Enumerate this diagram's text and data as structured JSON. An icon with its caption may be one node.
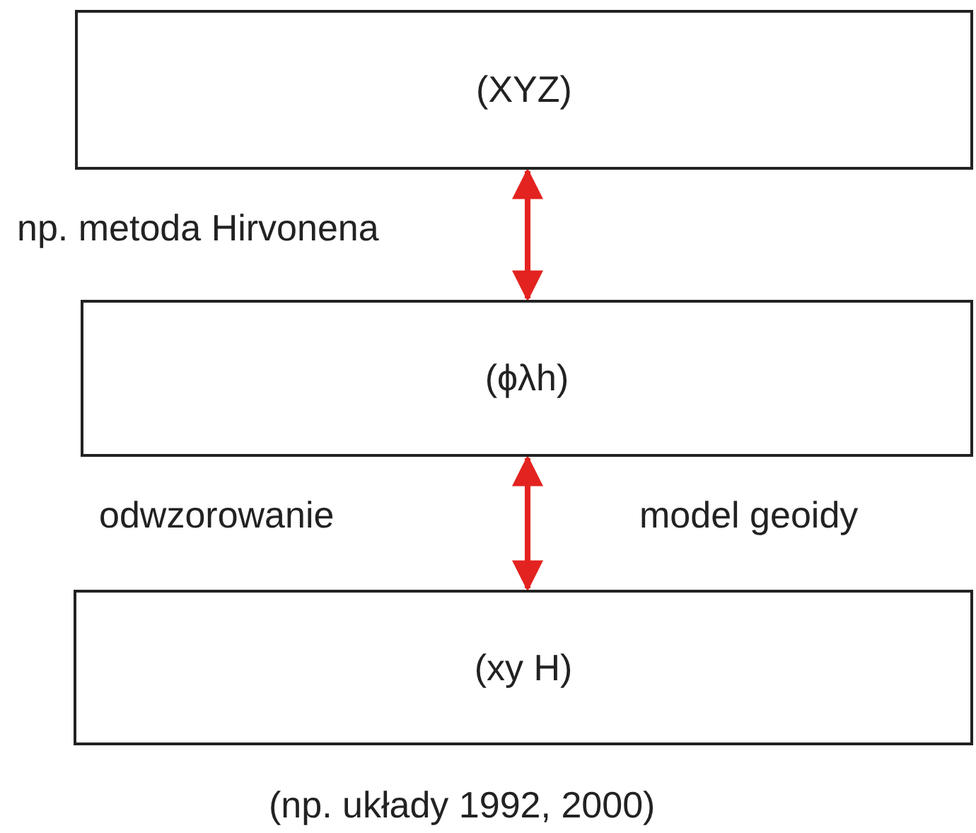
{
  "diagram": {
    "caption": "(np. układy 1992, 2000)",
    "nodes": [
      {
        "text": [
          "(XYZ)"
        ]
      },
      {
        "text": [
          "(ϕλh)"
        ]
      },
      {
        "text": [
          "(xy H)"
        ]
      }
    ],
    "edges": [
      {
        "from": 0,
        "to": 1,
        "arrow": "both",
        "label": "np. metoda Hirvonena"
      },
      {
        "from": 1,
        "to": 2,
        "arrow": "both"
      }
    ],
    "labels": [
      "odwzorowanie",
      "model geoidy"
    ]
  }
}
